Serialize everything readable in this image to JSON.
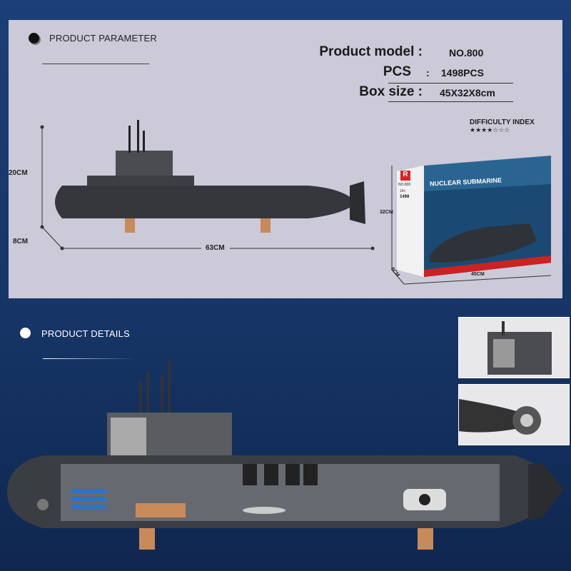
{
  "parameter": {
    "heading": "PRODUCT PARAMETER",
    "specs": [
      {
        "label": "Product model",
        "sep": ":",
        "value": "NO.800"
      },
      {
        "label": "PCS",
        "sep": ":",
        "value": "1498PCS"
      },
      {
        "label": "Box size",
        "sep": ":",
        "value": "45X32X8cm"
      }
    ],
    "difficulty": {
      "label": "DIFFICULTY INDEX",
      "stars": "★★★★☆☆☆",
      "rating": 4,
      "max": 7
    },
    "model_dims": {
      "height": "20CM",
      "depth": "8CM",
      "length": "63CM"
    },
    "box_dims": {
      "height": "32CM",
      "depth": "8CM",
      "length": "45CM"
    },
    "box_art": {
      "title": "NUCLEAR SUBMARINE",
      "logo": "R",
      "model_no": "NO.800",
      "age": "14+",
      "pieces": "1498"
    }
  },
  "details": {
    "heading": "PRODUCT DETAILS"
  },
  "colors": {
    "panel": "#ccc9d8",
    "background": "#173767",
    "hull": "#3a3d42",
    "stand": "#c98a5a"
  }
}
